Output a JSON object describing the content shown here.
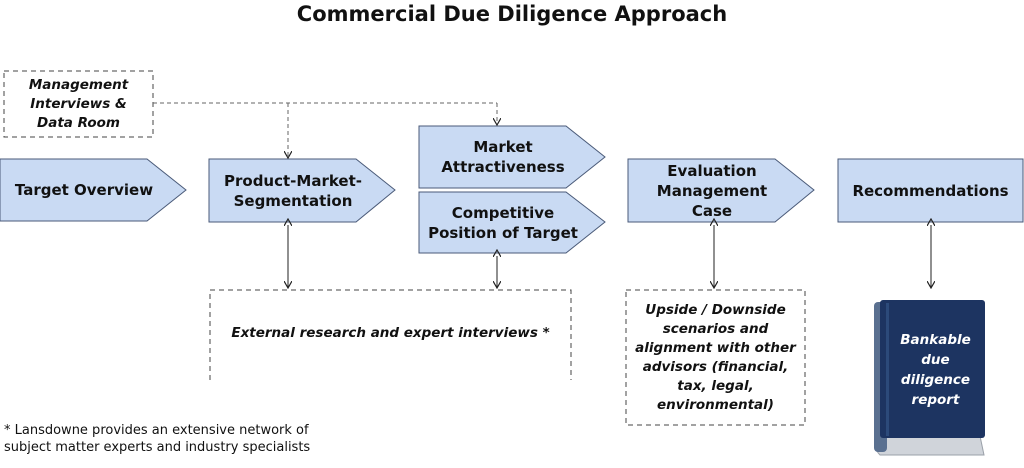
{
  "title": "Commercial Due Diligence Approach",
  "steps": {
    "target_overview": "Target Overview",
    "product_market": "Product-Market-\nSegmentation",
    "market_attractiveness": "Market\nAttractiveness",
    "competitive_position": "Competitive\nPosition of Target",
    "evaluation": "Evaluation\nManagement\nCase",
    "recommendations": "Recommendations"
  },
  "inputs": {
    "management": "Management\nInterviews &\nData Room",
    "external_research": "External research and expert interviews *",
    "scenarios": "Upside / Downside\nscenarios and\nalignment with other\nadvisors (financial,\ntax, legal,\nenvironmental)"
  },
  "output": {
    "report": "Bankable\ndue\ndiligence\nreport"
  },
  "footnote": "* Lansdowne provides an extensive network of\nsubject matter experts and industry specialists",
  "colors": {
    "box_fill": "#c9daf3",
    "box_stroke": "#4a5a78",
    "book_cover": "#1d3461",
    "book_spine": "#5a7090",
    "book_pages": "#d0d4da"
  }
}
